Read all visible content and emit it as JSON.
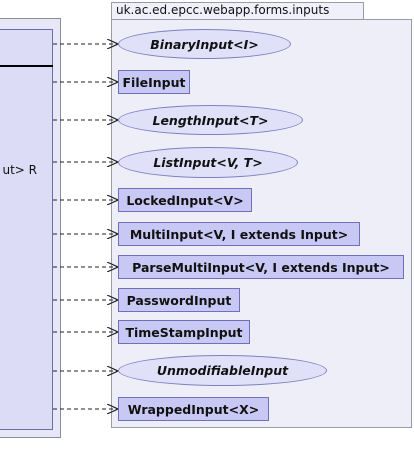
{
  "left_class": {
    "visible_text": "ut> R"
  },
  "package": {
    "name": "uk.ac.ed.epcc.webapp.forms.inputs",
    "items": [
      {
        "label": "BinaryInput<I>",
        "kind": "interface"
      },
      {
        "label": "FileInput",
        "kind": "class"
      },
      {
        "label": "LengthInput<T>",
        "kind": "interface"
      },
      {
        "label": "ListInput<V, T>",
        "kind": "interface"
      },
      {
        "label": "LockedInput<V>",
        "kind": "class"
      },
      {
        "label": "MultiInput<V, I extends Input>",
        "kind": "class"
      },
      {
        "label": "ParseMultiInput<V, I extends Input>",
        "kind": "class"
      },
      {
        "label": "PasswordInput",
        "kind": "class"
      },
      {
        "label": "TimeStampInput",
        "kind": "class"
      },
      {
        "label": "UnmodifiableInput",
        "kind": "interface"
      },
      {
        "label": "WrappedInput<X>",
        "kind": "class"
      }
    ]
  },
  "colors": {
    "class_fill": "#c8c8f4",
    "interface_fill": "#e0e0f9",
    "package_fill": "#eeeef9",
    "left_box_fill": "#dcdcf7"
  }
}
